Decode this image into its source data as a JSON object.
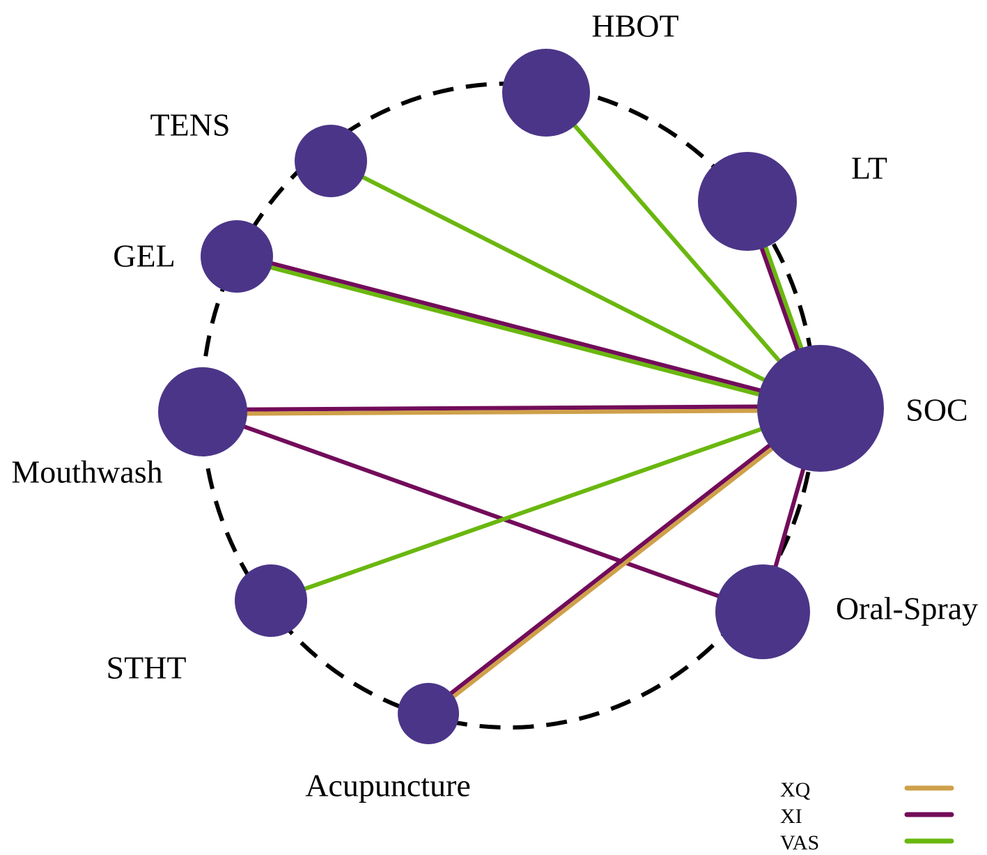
{
  "diagram": {
    "colors": {
      "node": "#4b3588",
      "ring": "#000000",
      "XQ": "#cfa04a",
      "XI": "#720c5a",
      "VAS": "#6ab70f"
    },
    "nodes": [
      {
        "id": "HBOT",
        "label": "HBOT"
      },
      {
        "id": "LT",
        "label": "LT"
      },
      {
        "id": "SOC",
        "label": "SOC"
      },
      {
        "id": "Oral-Spray",
        "label": "Oral-Spray"
      },
      {
        "id": "Acupuncture",
        "label": "Acupuncture"
      },
      {
        "id": "STHT",
        "label": "STHT"
      },
      {
        "id": "Mouthwash",
        "label": "Mouthwash"
      },
      {
        "id": "GEL",
        "label": "GEL"
      },
      {
        "id": "TENS",
        "label": "TENS"
      }
    ],
    "edges": [
      {
        "from": "HBOT",
        "to": "SOC",
        "outcomes": [
          "VAS"
        ]
      },
      {
        "from": "TENS",
        "to": "SOC",
        "outcomes": [
          "VAS"
        ]
      },
      {
        "from": "GEL",
        "to": "SOC",
        "outcomes": [
          "XI",
          "VAS"
        ]
      },
      {
        "from": "LT",
        "to": "SOC",
        "outcomes": [
          "VAS",
          "XI"
        ]
      },
      {
        "from": "Mouthwash",
        "to": "SOC",
        "outcomes": [
          "XI",
          "XQ"
        ]
      },
      {
        "from": "Mouthwash",
        "to": "Oral-Spray",
        "outcomes": [
          "XI"
        ]
      },
      {
        "from": "STHT",
        "to": "SOC",
        "outcomes": [
          "VAS"
        ]
      },
      {
        "from": "Acupuncture",
        "to": "SOC",
        "outcomes": [
          "XI",
          "XQ"
        ]
      },
      {
        "from": "Oral-Spray",
        "to": "SOC",
        "outcomes": [
          "XI"
        ]
      }
    ],
    "legend": [
      {
        "key": "XQ",
        "label": "XQ"
      },
      {
        "key": "XI",
        "label": "XI"
      },
      {
        "key": "VAS",
        "label": "VAS"
      }
    ]
  }
}
